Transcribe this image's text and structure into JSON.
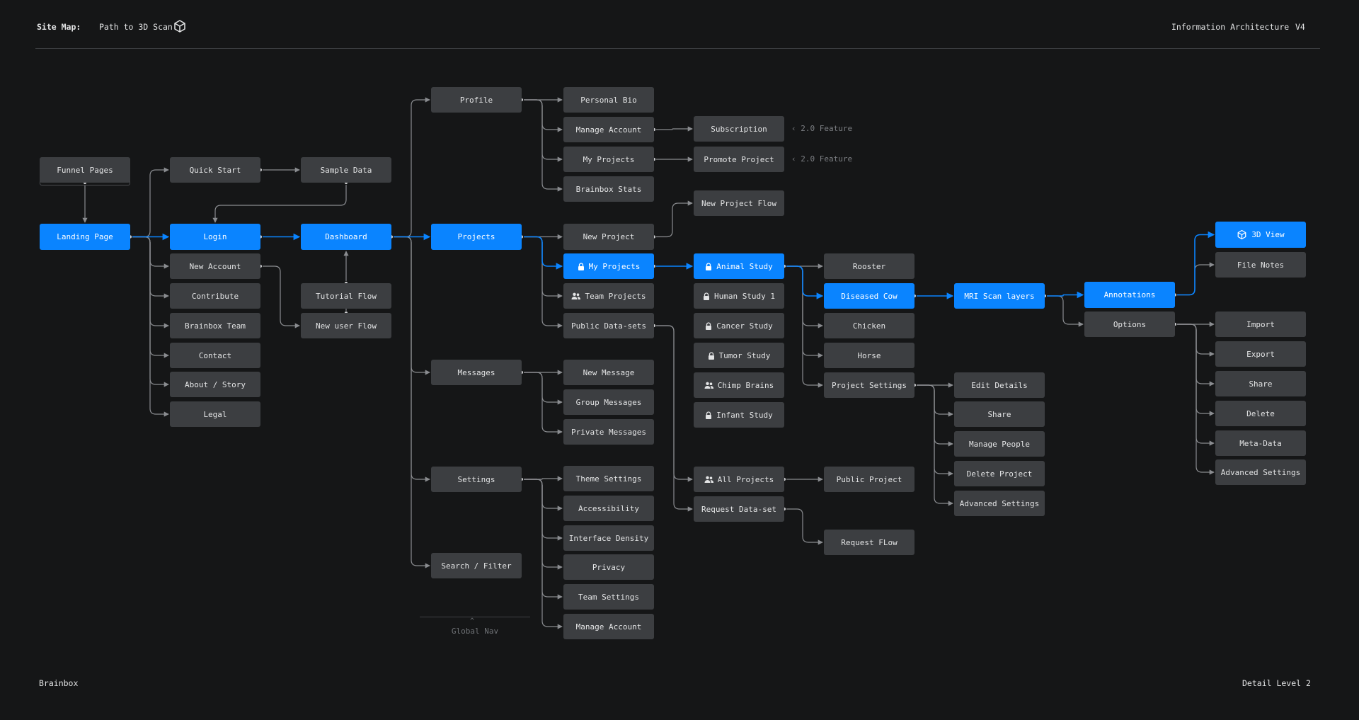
{
  "header": {
    "site_map_label": "Site Map:",
    "site_map_value": "Path to 3D Scan",
    "right_title": "Information Architecture",
    "version": "V4"
  },
  "footer": {
    "brand": "Brainbox",
    "detail": "Detail Level 2"
  },
  "global_nav_label": "Global Nav",
  "colors": {
    "background": "#151617",
    "node": "#3c3e41",
    "accent": "#0a84ff",
    "connector": "#8a8c90"
  },
  "notes": {
    "subscription": "2.0 Feature",
    "promote": "2.0 Feature"
  },
  "nodes": {
    "funnel": "Funnel Pages",
    "landing": "Landing Page",
    "quickstart": "Quick Start",
    "sampledata": "Sample Data",
    "login": "Login",
    "newaccount": "New Account",
    "contribute": "Contribute",
    "team": "Brainbox Team",
    "contact": "Contact",
    "about": "About / Story",
    "legal": "Legal",
    "dashboard": "Dashboard",
    "tutorial": "Tutorial Flow",
    "newuser": "New user Flow",
    "profile": "Profile",
    "projects": "Projects",
    "messages": "Messages",
    "settings": "Settings",
    "search": "Search / Filter",
    "bio": "Personal Bio",
    "manageacct": "Manage Account",
    "myprojects_p": "My Projects",
    "stats": "Brainbox Stats",
    "subscription": "Subscription",
    "promote": "Promote Project",
    "newprojectflow": "New Project Flow",
    "newproject": "New Project",
    "myprojects": "My Projects",
    "teamprojects": "Team Projects",
    "publicdata": "Public Data-sets",
    "newmessage": "New Message",
    "groupmsg": "Group Messages",
    "privatemsg": "Private Messages",
    "theme": "Theme Settings",
    "access": "Accessibility",
    "density": "Interface Density",
    "privacy": "Privacy",
    "teamsettings": "Team Settings",
    "manageacct2": "Manage Account",
    "animal": "Animal Study",
    "human": "Human Study 1",
    "cancer": "Cancer Study",
    "tumor": "Tumor Study",
    "chimp": "Chimp Brains",
    "infant": "Infant Study",
    "allprojects": "All Projects",
    "requestdata": "Request Data-set",
    "rooster": "Rooster",
    "cow": "Diseased Cow",
    "chicken": "Chicken",
    "horse": "Horse",
    "projsettings": "Project Settings",
    "publicproject": "Public Project",
    "requestflow": "Request FLow",
    "mri": "MRI Scan layers",
    "editdetails": "Edit Details",
    "share_ps": "Share",
    "managepeople": "Manage People",
    "deleteproject": "Delete Project",
    "advanced_ps": "Advanced Settings",
    "annotations": "Annotations",
    "options": "Options",
    "view3d": "3D View",
    "filenotes": "File Notes",
    "import": "Import",
    "export": "Export",
    "share_o": "Share",
    "delete": "Delete",
    "metadata": "Meta-Data",
    "advanced_o": "Advanced Settings"
  }
}
